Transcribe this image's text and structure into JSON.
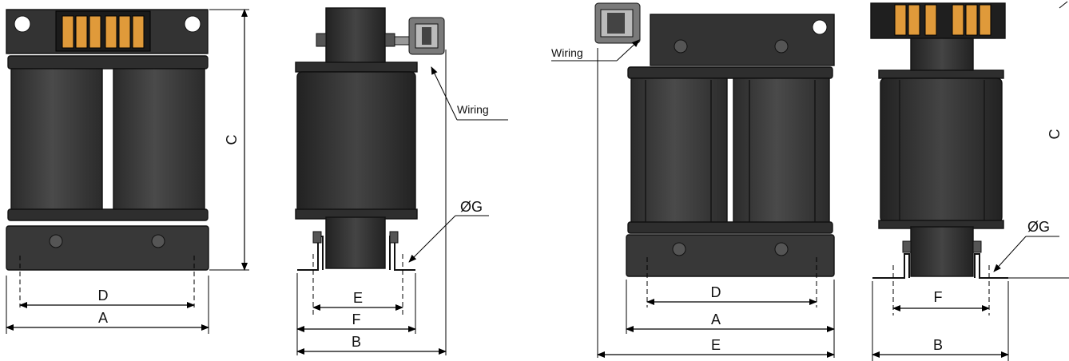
{
  "labels": {
    "A": "A",
    "B": "B",
    "C": "C",
    "D": "D",
    "E": "E",
    "F": "F",
    "G": "ØG",
    "wiring": "Wiring"
  },
  "colors": {
    "core": "#3d3d3d",
    "core_dark": "#2a2a2a",
    "metal": "#4a4a4a",
    "terminal_orange": "#e09a3a",
    "terminal_grey": "#9a9a9a"
  }
}
